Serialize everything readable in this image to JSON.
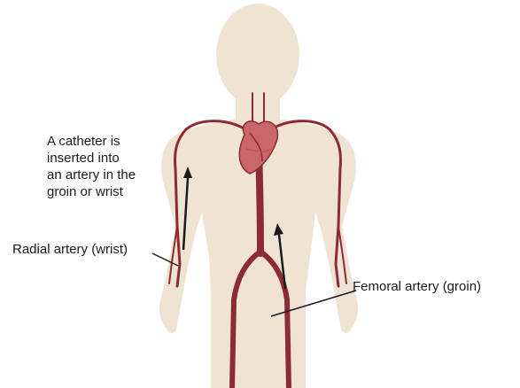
{
  "caption": {
    "lines": [
      "A catheter is",
      "inserted into",
      "an artery in the",
      "groin or wrist"
    ]
  },
  "labels": {
    "radial": "Radial artery (wrist)",
    "femoral": "Femoral artery (groin)"
  },
  "colors": {
    "skin": "#efe4d3",
    "artery": "#8e2a33",
    "artery_highlight": "#b9545c",
    "heart": "#c9666c",
    "leader_line": "#1a1a1a",
    "arrow": "#1a1a1a"
  },
  "icons": {
    "body": "human-silhouette",
    "heart": "heart-illustration",
    "direction": "arrow-up"
  }
}
